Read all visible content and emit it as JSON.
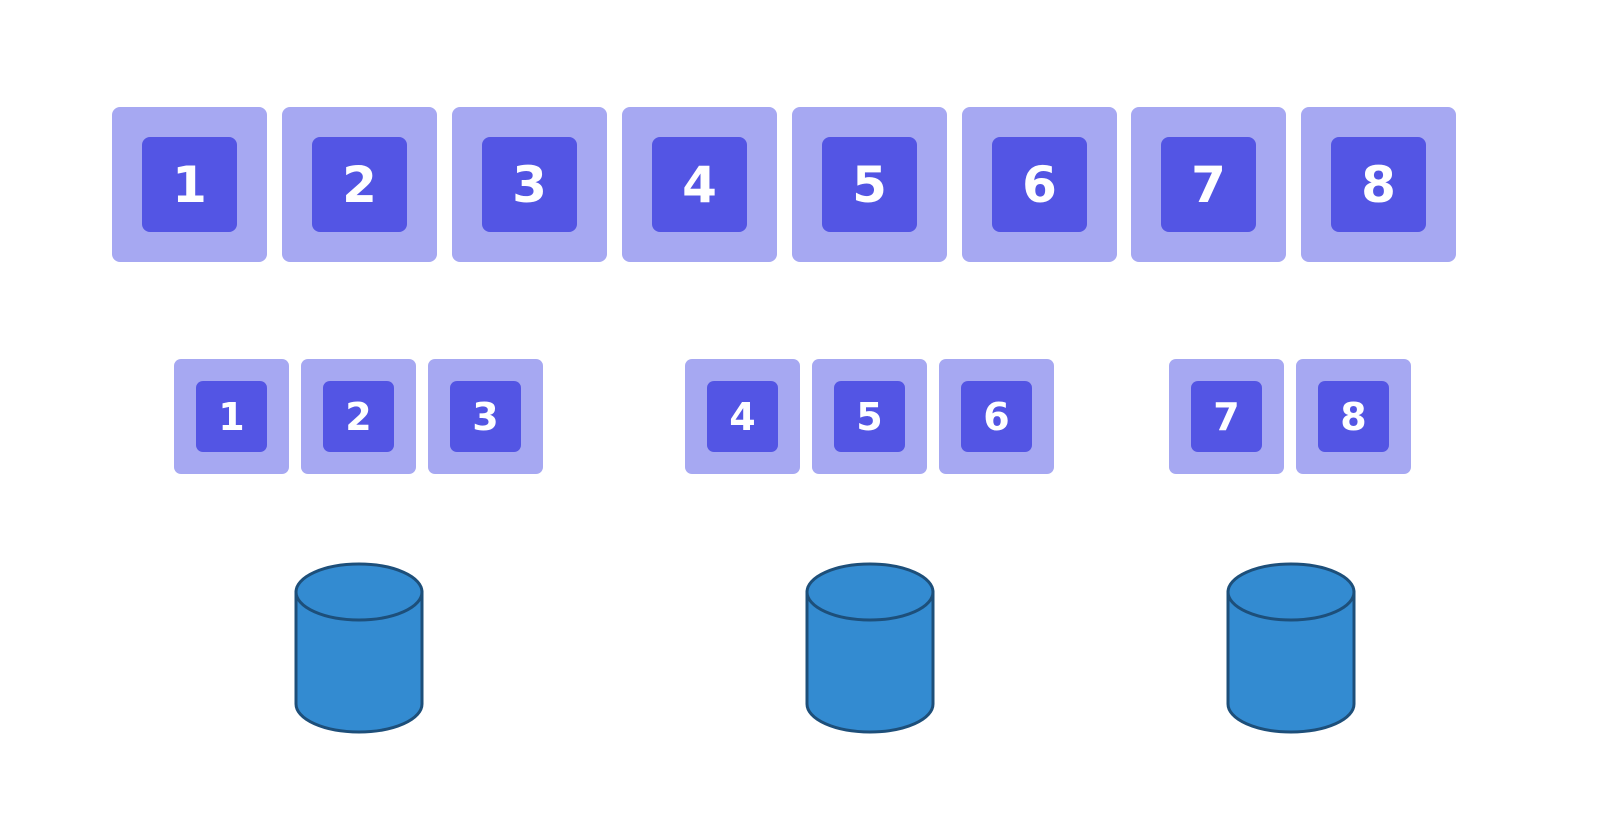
{
  "colors": {
    "outer_tile": "#a6a8f2",
    "inner_tile": "#5355e4",
    "label_text": "#ffffff",
    "database_fill": "#338bd1",
    "database_stroke": "#1d4f7a"
  },
  "top_row": {
    "items": [
      {
        "label": "1"
      },
      {
        "label": "2"
      },
      {
        "label": "3"
      },
      {
        "label": "4"
      },
      {
        "label": "5"
      },
      {
        "label": "6"
      },
      {
        "label": "7"
      },
      {
        "label": "8"
      }
    ]
  },
  "partitions": [
    {
      "items": [
        {
          "label": "1"
        },
        {
          "label": "2"
        },
        {
          "label": "3"
        }
      ]
    },
    {
      "items": [
        {
          "label": "4"
        },
        {
          "label": "5"
        },
        {
          "label": "6"
        }
      ]
    },
    {
      "items": [
        {
          "label": "7"
        },
        {
          "label": "8"
        }
      ]
    }
  ],
  "databases": [
    {
      "icon": "database-icon"
    },
    {
      "icon": "database-icon"
    },
    {
      "icon": "database-icon"
    }
  ]
}
